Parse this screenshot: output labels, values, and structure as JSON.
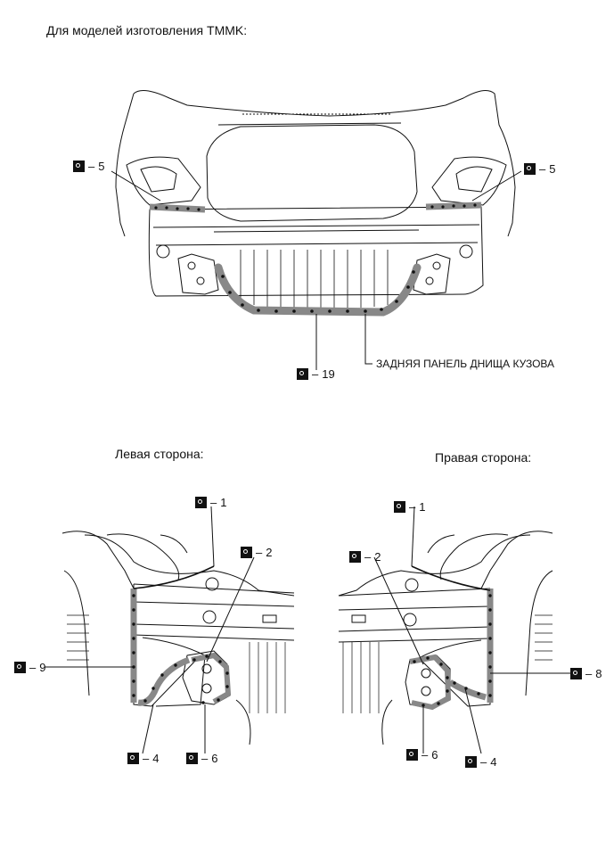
{
  "header": {
    "title": "Для моделей изготовления TMMK:"
  },
  "top_view": {
    "part_label": "ЗАДНЯЯ ПАНЕЛЬ ДНИЩА КУЗОВА",
    "callouts": [
      {
        "id": "top-left-5",
        "dash": "–",
        "num": "5"
      },
      {
        "id": "top-right-5",
        "dash": "–",
        "num": "5"
      },
      {
        "id": "top-19",
        "dash": "–",
        "num": "19"
      }
    ]
  },
  "left_side": {
    "label": "Левая сторона:",
    "callouts": [
      {
        "id": "l-1",
        "dash": "–",
        "num": "1"
      },
      {
        "id": "l-2",
        "dash": "–",
        "num": "2"
      },
      {
        "id": "l-9",
        "dash": "–",
        "num": "9"
      },
      {
        "id": "l-4",
        "dash": "–",
        "num": "4"
      },
      {
        "id": "l-6",
        "dash": "–",
        "num": "6"
      }
    ]
  },
  "right_side": {
    "label": "Правая сторона:",
    "callouts": [
      {
        "id": "r-1",
        "dash": "–",
        "num": "1"
      },
      {
        "id": "r-2",
        "dash": "–",
        "num": "2"
      },
      {
        "id": "r-8",
        "dash": "–",
        "num": "8"
      },
      {
        "id": "r-6",
        "dash": "–",
        "num": "6"
      },
      {
        "id": "r-4",
        "dash": "–",
        "num": "4"
      }
    ]
  },
  "legend_icon": "spot-weld-icon",
  "colors": {
    "line": "#111111",
    "weld_band": "#8a8a8a",
    "weld_dot": "#111111"
  }
}
